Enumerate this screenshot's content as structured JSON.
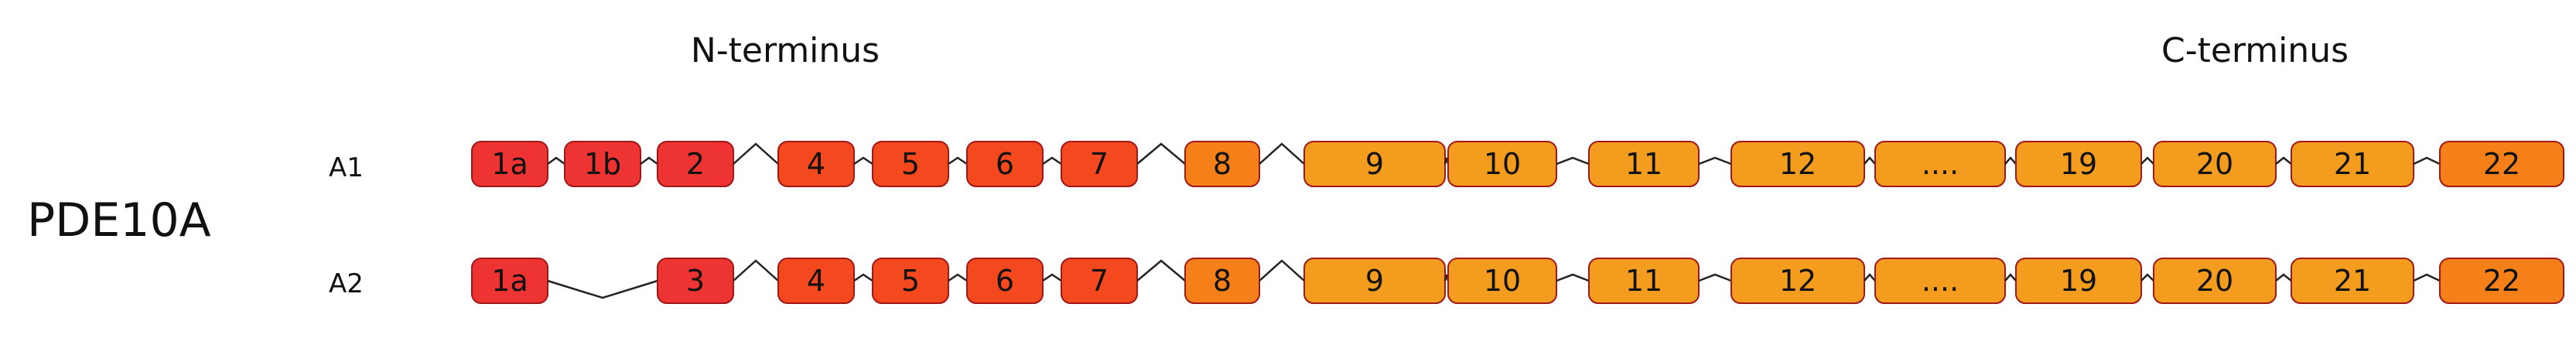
{
  "headers": {
    "n_terminus": "N-terminus",
    "c_terminus": "C-terminus"
  },
  "gene": "PDE10A",
  "colors": {
    "red": "#ee3333",
    "red_orange": "#f4481f",
    "orange": "#f5801a",
    "amber": "#f39c1e",
    "edge": "#a01818",
    "connector": "#222222"
  },
  "rows": [
    {
      "label": "A1",
      "exons": [
        {
          "text": "1a",
          "color": "red"
        },
        {
          "text": "1b",
          "color": "red"
        },
        {
          "text": "2",
          "color": "red"
        },
        {
          "text": "4",
          "color": "red_orange"
        },
        {
          "text": "5",
          "color": "red_orange"
        },
        {
          "text": "6",
          "color": "red_orange"
        },
        {
          "text": "7",
          "color": "red_orange"
        },
        {
          "text": "8",
          "color": "orange"
        },
        {
          "text": "9",
          "color": "amber"
        },
        {
          "text": "10",
          "color": "amber"
        },
        {
          "text": "11",
          "color": "amber"
        },
        {
          "text": "12",
          "color": "amber"
        },
        {
          "text": "....",
          "color": "amber"
        },
        {
          "text": "19",
          "color": "amber"
        },
        {
          "text": "20",
          "color": "amber"
        },
        {
          "text": "21",
          "color": "amber"
        },
        {
          "text": "22",
          "color": "orange"
        }
      ]
    },
    {
      "label": "A2",
      "exons": [
        {
          "text": "1a",
          "color": "red"
        },
        {
          "text": "3",
          "color": "red"
        },
        {
          "text": "4",
          "color": "red_orange"
        },
        {
          "text": "5",
          "color": "red_orange"
        },
        {
          "text": "6",
          "color": "red_orange"
        },
        {
          "text": "7",
          "color": "red_orange"
        },
        {
          "text": "8",
          "color": "orange"
        },
        {
          "text": "9",
          "color": "amber"
        },
        {
          "text": "10",
          "color": "amber"
        },
        {
          "text": "11",
          "color": "amber"
        },
        {
          "text": "12",
          "color": "amber"
        },
        {
          "text": "....",
          "color": "amber"
        },
        {
          "text": "19",
          "color": "amber"
        },
        {
          "text": "20",
          "color": "amber"
        },
        {
          "text": "21",
          "color": "amber"
        },
        {
          "text": "22",
          "color": "orange"
        }
      ]
    }
  ]
}
